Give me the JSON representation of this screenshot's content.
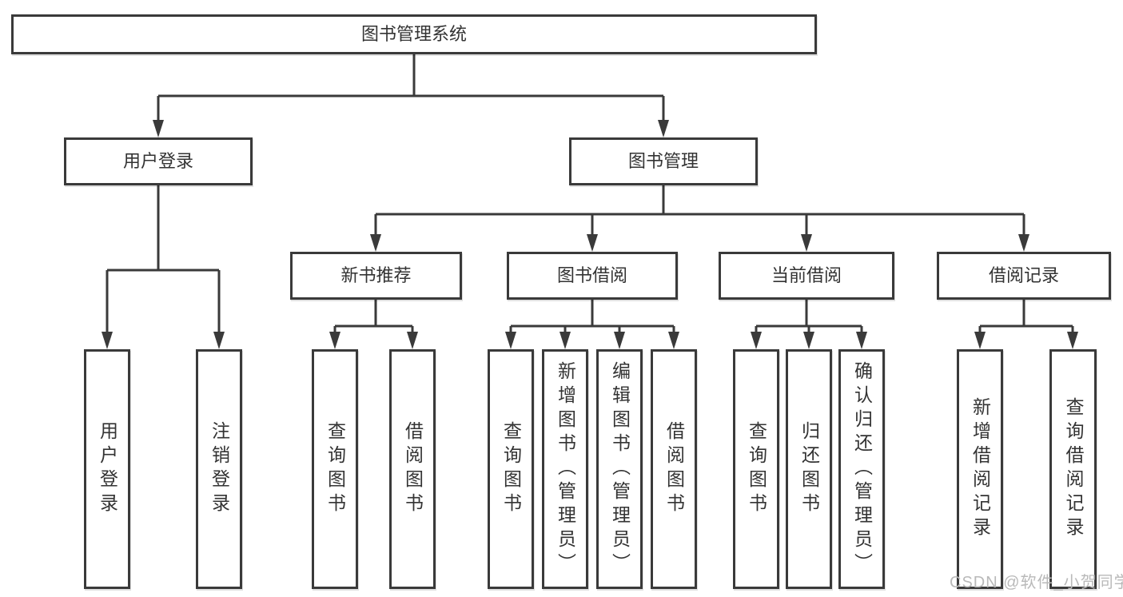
{
  "tree": {
    "root": {
      "label": "图书管理系统",
      "children": [
        {
          "label": "用户登录",
          "children": [
            {
              "label": "用户登录"
            },
            {
              "label": "注销登录"
            }
          ]
        },
        {
          "label": "图书管理",
          "children": [
            {
              "label": "新书推荐",
              "children": [
                {
                  "label": "查询图书"
                },
                {
                  "label": "借阅图书"
                }
              ]
            },
            {
              "label": "图书借阅",
              "children": [
                {
                  "label": "查询图书"
                },
                {
                  "label": "新增图书（管理员）"
                },
                {
                  "label": "编辑图书（管理员）"
                },
                {
                  "label": "借阅图书"
                }
              ]
            },
            {
              "label": "当前借阅",
              "children": [
                {
                  "label": "查询图书"
                },
                {
                  "label": "归还图书"
                },
                {
                  "label": "确认归还（管理员）"
                }
              ]
            },
            {
              "label": "借阅记录",
              "children": [
                {
                  "label": "新增借阅记录"
                },
                {
                  "label": "查询借阅记录"
                }
              ]
            }
          ]
        }
      ]
    }
  },
  "watermark": {
    "text": "CSDN @软件_小贺同学"
  },
  "colors": {
    "line": "#3a3a3a",
    "text": "#333333",
    "background": "#ffffff",
    "watermark": "#b9b9b9"
  }
}
